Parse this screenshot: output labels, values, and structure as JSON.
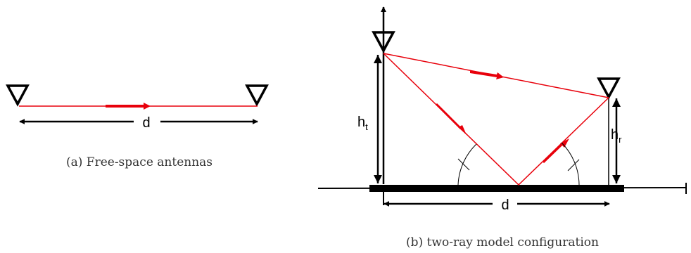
{
  "colors": {
    "ray": "#e8000b",
    "line": "#000000",
    "ground": "#000000",
    "caption": "#333333"
  },
  "panel_a": {
    "distance_label": "d",
    "caption": "(a)  Free-space antennas"
  },
  "panel_b": {
    "tx_height_label": "h",
    "tx_height_sub": "t",
    "rx_height_label": "h",
    "rx_height_sub": "r",
    "distance_label": "d",
    "caption": "(b)  two-ray model configuration"
  }
}
